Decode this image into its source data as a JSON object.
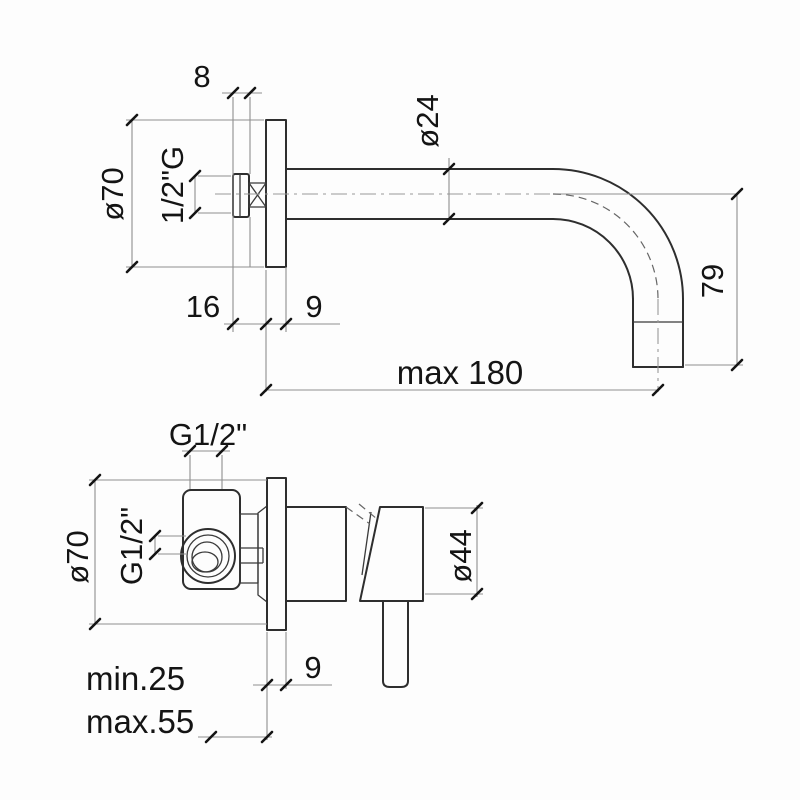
{
  "drawing": {
    "type": "faucet installation technical drawing",
    "colors": {
      "background": "#fdfdfd",
      "object_line": "#2e2e2e",
      "dimension_line": "#8f8f8f",
      "text": "#141414"
    }
  },
  "spout_view": {
    "dim_thread_length": "8",
    "dim_plate_diameter": "ø70",
    "dim_thread_size": "1/2\"G",
    "dim_spout_diameter": "ø24",
    "dim_protrusion": "16",
    "dim_plate_depth": "9",
    "dim_drop_height": "79",
    "dim_reach": "max 180"
  },
  "valve_view": {
    "dim_top_port": "G1/2\"",
    "dim_plate_diameter": "ø70",
    "dim_side_port": "G1/2\"",
    "dim_trim_diameter": "ø44",
    "dim_plate_depth": "9",
    "dim_min_depth": "min.25",
    "dim_max_depth": "max.55"
  }
}
